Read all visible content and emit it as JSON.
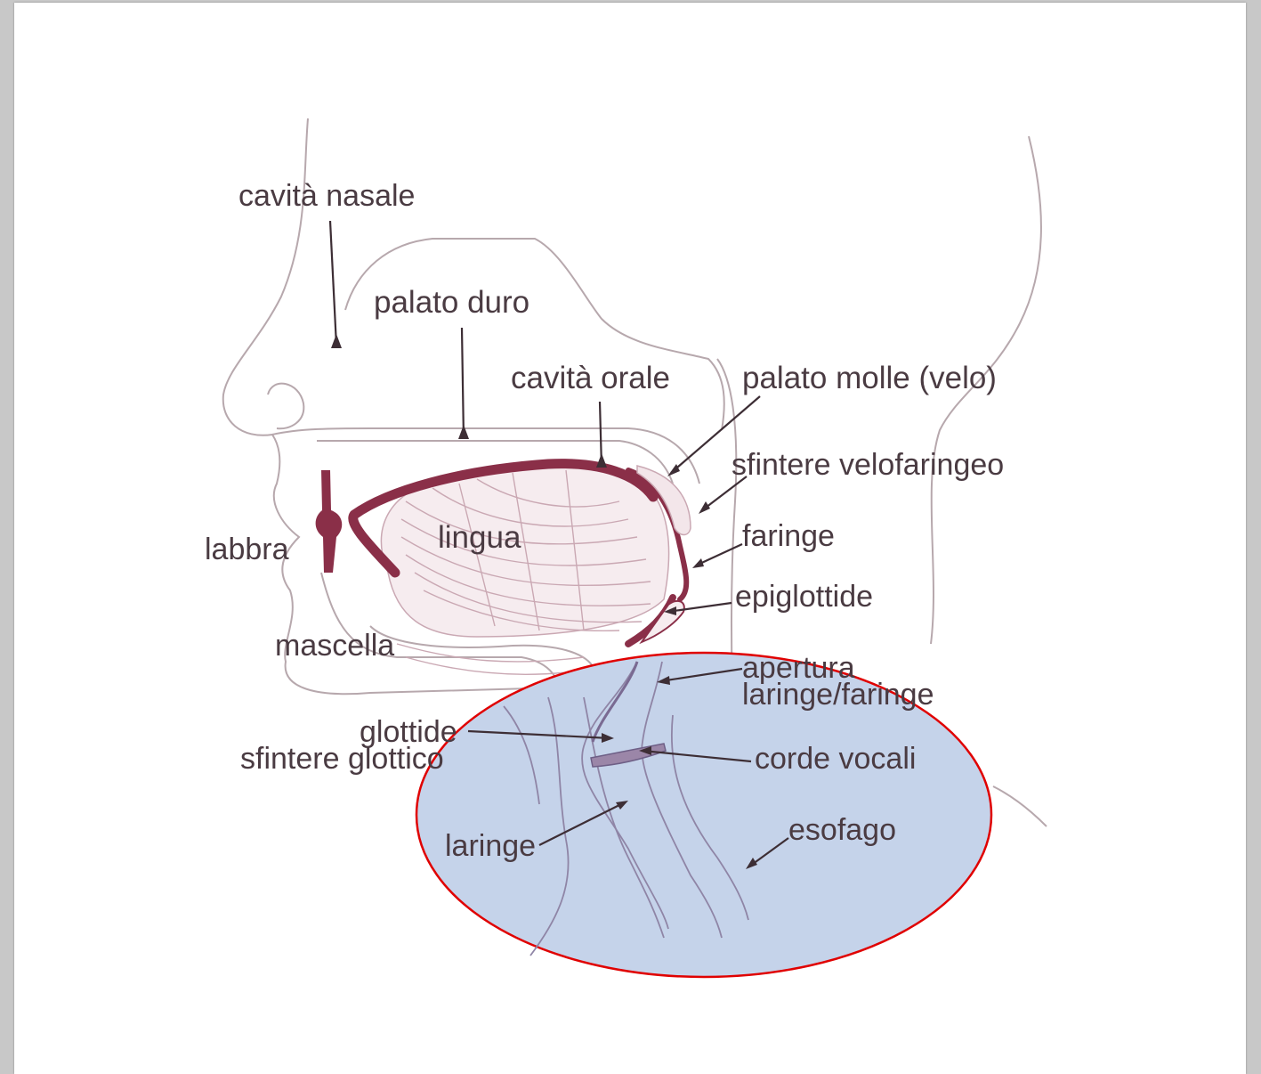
{
  "labels": {
    "cavita_nasale": "cavità nasale",
    "palato_duro": "palato duro",
    "cavita_orale": "cavità orale",
    "palato_molle": "palato molle (velo)",
    "sfintere_velofaringeo": "sfintere velofaringeo",
    "labbra": "labbra",
    "lingua": "lingua",
    "faringe": "faringe",
    "epiglottide": "epiglottide",
    "mascella": "mascella",
    "apertura_line1": "apertura",
    "apertura_line2": "laringe/faringe",
    "glottide": "glottide",
    "sfintere_glottico": "sfintere glottico",
    "corde_vocali": "corde vocali",
    "laringe": "laringe",
    "esofago": "esofago"
  },
  "colors": {
    "highlight_fill": "#c5d3ea",
    "highlight_stroke": "#e00000",
    "tissue": "#8a2f48",
    "text": "#4a3b42"
  }
}
